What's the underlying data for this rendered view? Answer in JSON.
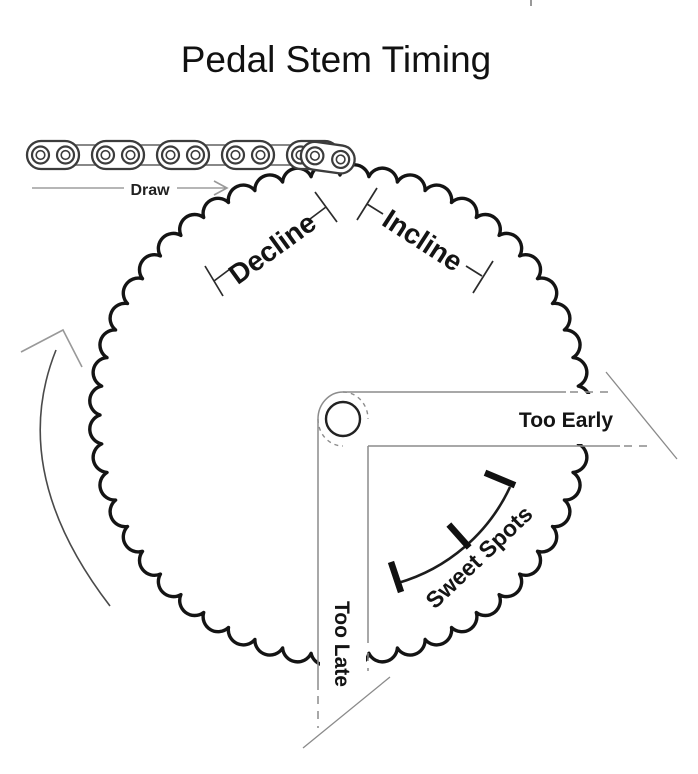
{
  "title": "Pedal Stem Timing",
  "chain": {
    "draw_label": "Draw"
  },
  "sprocket": {
    "decline_label": "Decline",
    "incline_label": "Incline"
  },
  "crank": {
    "too_early_label": "Too Early",
    "too_late_label": "Too Late"
  },
  "sweet_spots": {
    "label": "Sweet Spots"
  },
  "colors": {
    "ink": "#141414",
    "construction_gray": "#8c8c8c",
    "chain_outline": "#3c3c3c",
    "background": "#ffffff"
  }
}
